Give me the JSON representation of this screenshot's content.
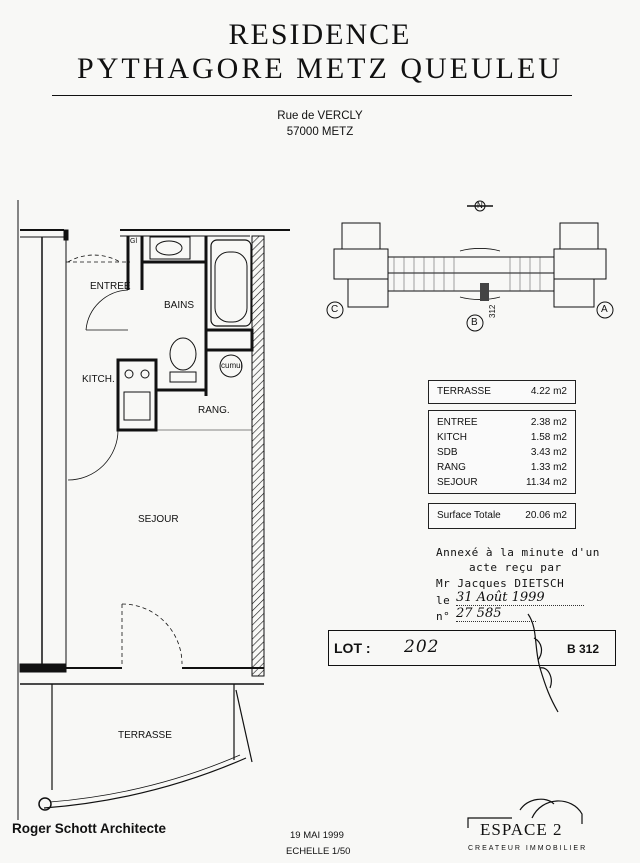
{
  "header": {
    "title_line1": "RESIDENCE",
    "title_line2": "PYTHAGORE METZ QUEULEU",
    "street": "Rue de VERCLY",
    "city": "57000 METZ"
  },
  "plan": {
    "rooms": {
      "entree": "ENTREE",
      "bains": "BAINS",
      "kitch": "KITCH.",
      "rang": "RANG.",
      "sejour": "SEJOUR",
      "terrasse": "TERRASSE",
      "cumul": "cumul",
      "gl": "Gl"
    }
  },
  "site_plan": {
    "labels": {
      "c": "C",
      "b": "B",
      "a": "A",
      "n": "N"
    },
    "building_code": "312"
  },
  "surfaces": {
    "terrace": {
      "label": "TERRASSE",
      "value": "4.22 m2"
    },
    "rooms": [
      {
        "label": "ENTREE",
        "value": "2.38 m2"
      },
      {
        "label": "KITCH",
        "value": "1.58 m2"
      },
      {
        "label": "SDB",
        "value": "3.43 m2"
      },
      {
        "label": "RANG",
        "value": "1.33 m2"
      },
      {
        "label": "SEJOUR",
        "value": "11.34 m2"
      }
    ],
    "total": {
      "label": "Surface Totale",
      "value": "20.06 m2"
    }
  },
  "annex_stamp": {
    "line1": "Annexé à la minute d'un",
    "line2": "acte reçu par",
    "line3": "Mr Jacques DIETSCH",
    "le_label": "le",
    "le_value": "31 Août 1999",
    "no_label": "n°",
    "no_value": "27 585"
  },
  "lot": {
    "label": "LOT :",
    "number": "202",
    "building": "B 312"
  },
  "footer": {
    "architect": "Roger Schott Architecte",
    "date": "19 MAI 1999",
    "scale": "ECHELLE 1/50",
    "developer": "ESPACE 2",
    "developer_tagline": "CREATEUR IMMOBILIER"
  }
}
